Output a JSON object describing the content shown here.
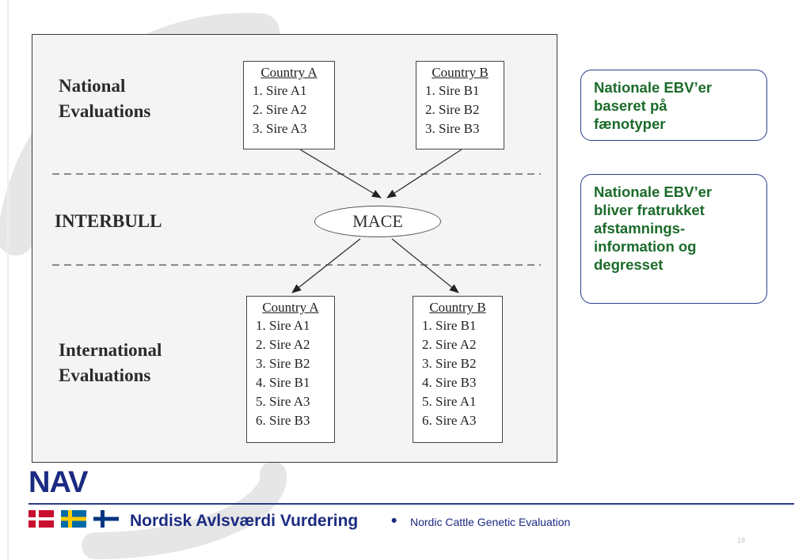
{
  "diagram": {
    "labels": {
      "national": [
        "National",
        "Evaluations"
      ],
      "interbull": "INTERBULL",
      "international": [
        "International",
        "Evaluations"
      ]
    },
    "mace": "MACE",
    "national_boxes": [
      {
        "title": "Country A",
        "lines": [
          "1. Sire A1",
          "2. Sire A2",
          "3. Sire A3"
        ]
      },
      {
        "title": "Country B",
        "lines": [
          "1. Sire B1",
          "2. Sire B2",
          "3. Sire B3"
        ]
      }
    ],
    "international_boxes": [
      {
        "title": "Country A",
        "lines": [
          "1. Sire A1",
          "2. Sire A2",
          "3. Sire B2",
          "4. Sire B1",
          "5. Sire A3",
          "6. Sire B3"
        ]
      },
      {
        "title": "Country B",
        "lines": [
          "1. Sire B1",
          "2. Sire A2",
          "3. Sire B2",
          "4. Sire B3",
          "5. Sire A1",
          "6. Sire A3"
        ]
      }
    ]
  },
  "notes": [
    {
      "lines": [
        "Nationale EBV’er",
        "baseret på",
        "fænotyper"
      ]
    },
    {
      "lines": [
        "Nationale EBV’er",
        "bliver fratrukket",
        "afstamnings-",
        "information og",
        "degresset"
      ]
    }
  ],
  "footer": {
    "logo": "NAV",
    "main": "Nordisk Avlsværdi Vurdering",
    "bullet": "•",
    "sub": "Nordic Cattle Genetic Evaluation",
    "page_number": "18"
  },
  "colors": {
    "navy": "#1b2b82",
    "note_text": "#1b6b2a",
    "denmark_red": "#c8102e",
    "sweden_blue": "#006aa7",
    "sweden_yellow": "#fecc00",
    "finland_blue": "#003580"
  },
  "flags": [
    "denmark-flag",
    "sweden-flag",
    "finland-flag"
  ]
}
